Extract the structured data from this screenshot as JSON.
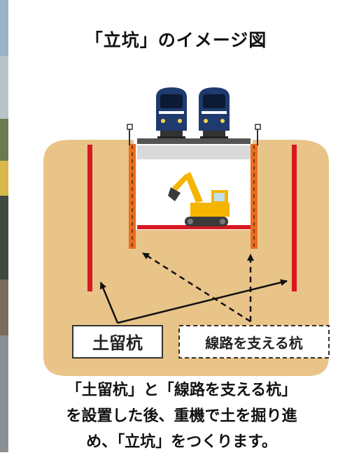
{
  "title": "「立坑」のイメージ図",
  "labels": {
    "earth_retaining_piles": "土留杭",
    "track_support_piles": "線路を支える杭"
  },
  "caption": {
    "line1": "「土留杭」と「線路を支える杭」",
    "line2": "を設置した後、重機で土を掘り進",
    "line3": "め、「立坑」をつくります。"
  },
  "icons": [
    "train-icon",
    "excavator-icon",
    "arrow-icon"
  ],
  "colors": {
    "soil": "#E9C489",
    "earth_pile": "#D71921",
    "track_pile": "#EC6C1F",
    "train_body": "#1E3A6E",
    "excavator": "#F5B400",
    "beam": "#D71921",
    "deck": "#D9D9D9"
  }
}
